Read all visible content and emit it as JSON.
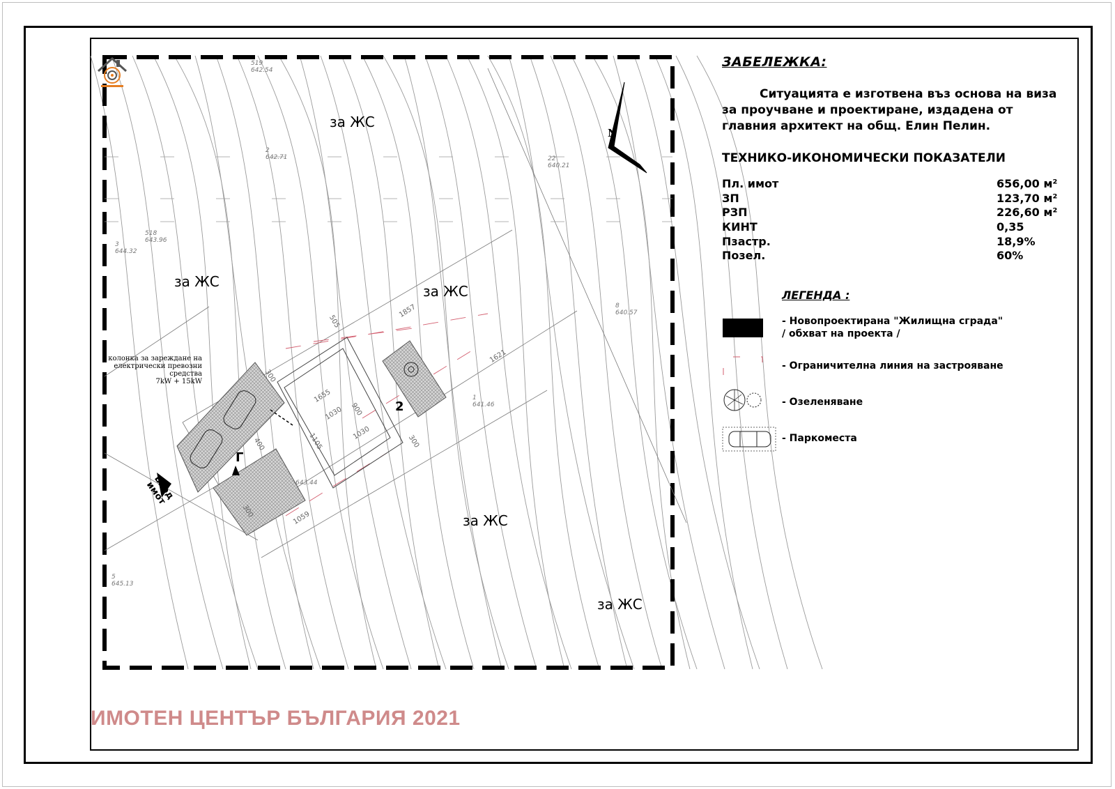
{
  "note": {
    "title": "ЗАБЕЛЕЖКА:",
    "text": "Ситуацията е изготвена въз основа на виза за проучване и проектиране, издадена от главния архитект на общ. Елин Пелин."
  },
  "indicators": {
    "title": "ТЕХНИКО-ИКОНОМИЧЕСКИ ПОКАЗАТЕЛИ",
    "rows": [
      {
        "label": "Пл. имот",
        "value": "656,00 м²"
      },
      {
        "label": "ЗП",
        "value": "123,70 м²"
      },
      {
        "label": "РЗП",
        "value": "226,60 м²"
      },
      {
        "label": "КИНТ",
        "value": "0,35"
      },
      {
        "label": "Пзастр.",
        "value": "18,9%"
      },
      {
        "label": "Позел.",
        "value": "60%"
      }
    ]
  },
  "legend": {
    "title": "ЛЕГЕНДА :",
    "items": [
      {
        "icon": "black-rectangle",
        "text_line1": "- Новопроектирана \"Жилищна сграда\"",
        "text_line2": "/ обхват на проекта /"
      },
      {
        "icon": "red-dashed-corner",
        "text_line1": "- Ограничителна линия на застрояване"
      },
      {
        "icon": "tree-icon",
        "text_line1": "- Озеленяване"
      },
      {
        "icon": "car-icon",
        "text_line1": "- Паркоместа"
      }
    ]
  },
  "plan": {
    "zones": [
      "за ЖС",
      "за ЖС",
      "за ЖС",
      "за ЖС",
      "за ЖС"
    ],
    "charger_label": [
      "колонка за зареждане на",
      "електрически превозни средства",
      "7kW + 15kW"
    ],
    "mark_g": "Г",
    "mark_2": "2",
    "entry_label": [
      "Вход",
      "имот"
    ],
    "north": "N",
    "points": [
      {
        "id": "519",
        "elev": "642.54"
      },
      {
        "id": "2",
        "elev": "642.71"
      },
      {
        "id": "22",
        "elev": "640.21"
      },
      {
        "id": "518",
        "elev": "643.96"
      },
      {
        "id": "3",
        "elev": "644.32"
      },
      {
        "id": "8",
        "elev": "640.57"
      },
      {
        "id": "1",
        "elev": "641.46"
      },
      {
        "id": "5",
        "elev": "645.13"
      },
      {
        "id": "",
        "elev": "643.44"
      }
    ],
    "dims": [
      "505",
      "1857",
      "1621",
      "300",
      "1655",
      "1030",
      "900",
      "1030",
      "1105",
      "300",
      "400",
      "300",
      "1059"
    ]
  },
  "watermark": "ИМОТЕН ЦЕНТЪР БЪЛГАРИЯ 2021",
  "colors": {
    "accent_red": "#c0392b",
    "watermark": "#cf8a8a"
  }
}
